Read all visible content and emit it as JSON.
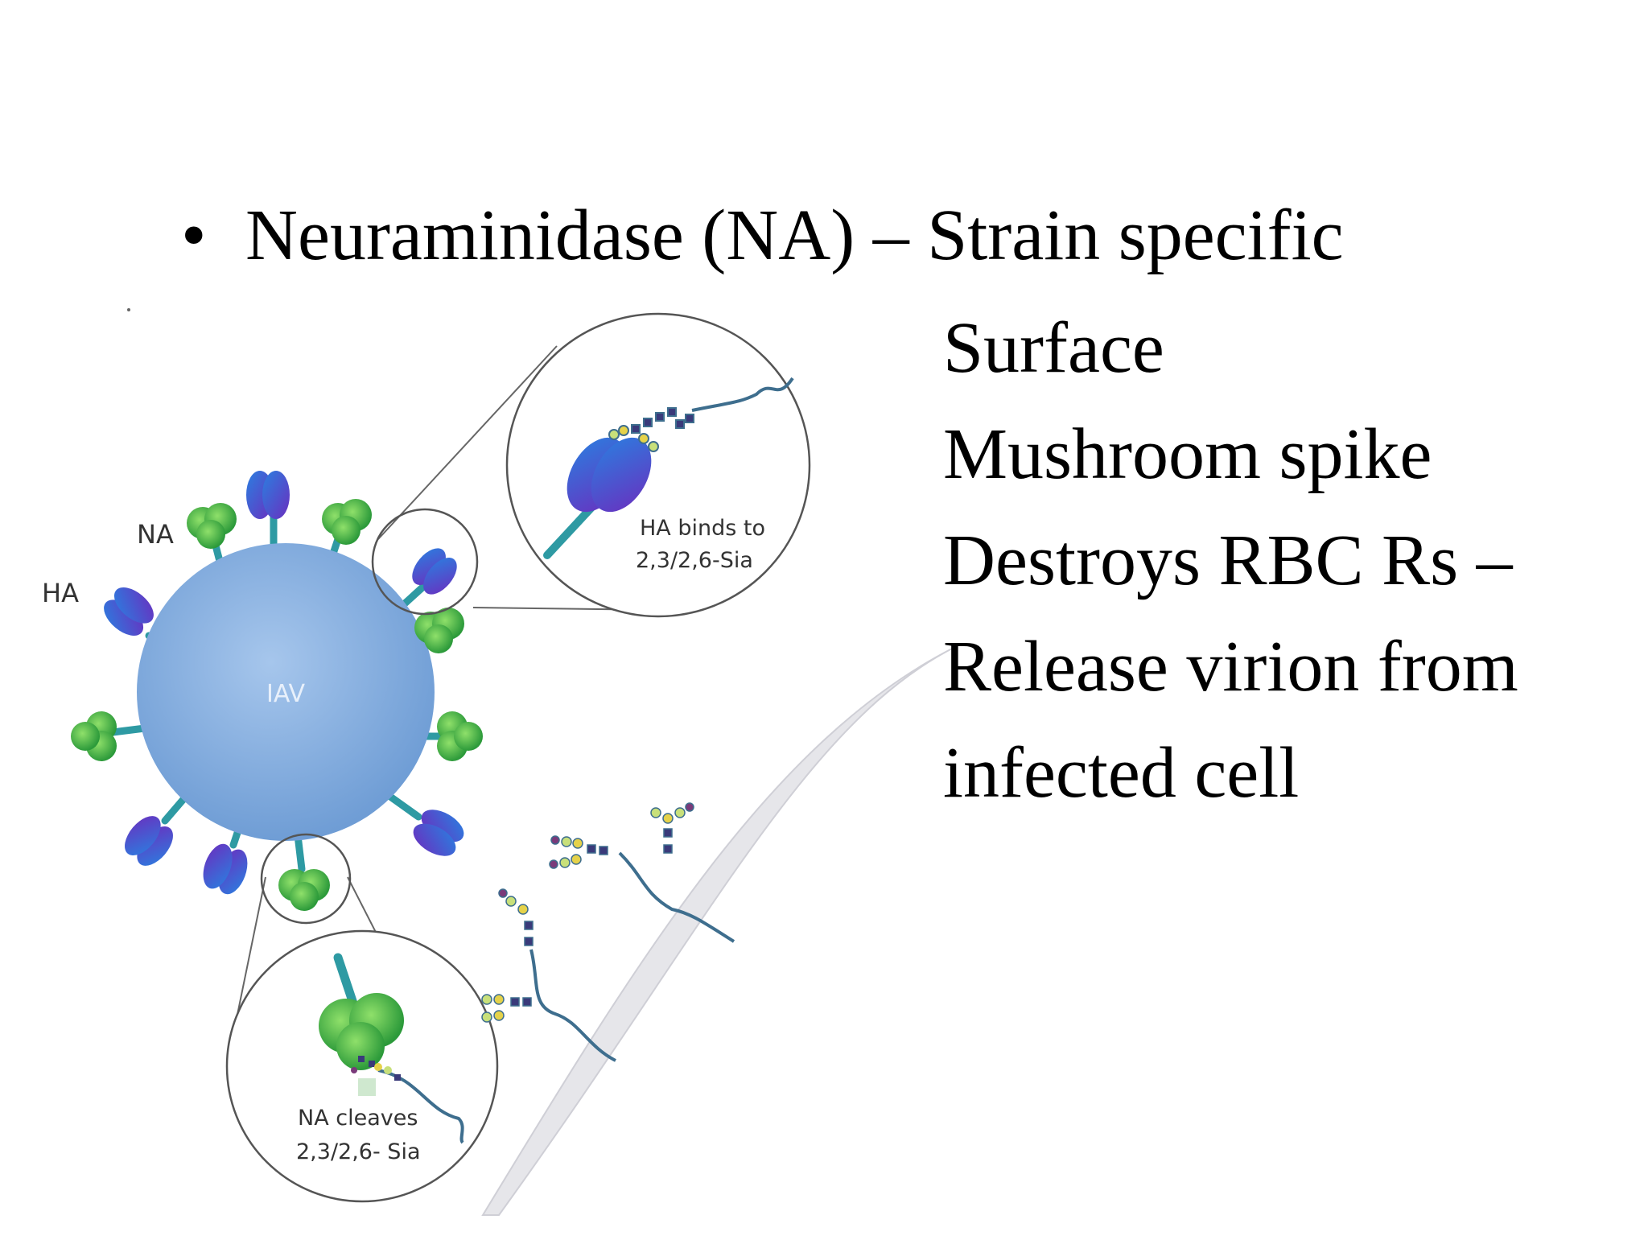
{
  "bullet": {
    "marker": "•",
    "heading": "Neuraminidase (NA) – Strain specific",
    "lines": [
      "Surface",
      "Mushroom spike",
      "Destroys RBC Rs –",
      "Release virion from",
      "infected cell"
    ]
  },
  "diagram": {
    "virus_label": "IAV",
    "na_label": "NA",
    "ha_label": "HA",
    "ha_callout": [
      "HA binds to",
      "2,3/2,6-Sia"
    ],
    "na_callout": [
      "NA cleaves",
      "2,3/2,6- Sia"
    ]
  },
  "colors": {
    "virus": "#8fb4df",
    "ha": "#3a4fc4",
    "na": "#4fc13c",
    "stalk": "#2e9aa3",
    "chain": "#3e6e8e"
  }
}
